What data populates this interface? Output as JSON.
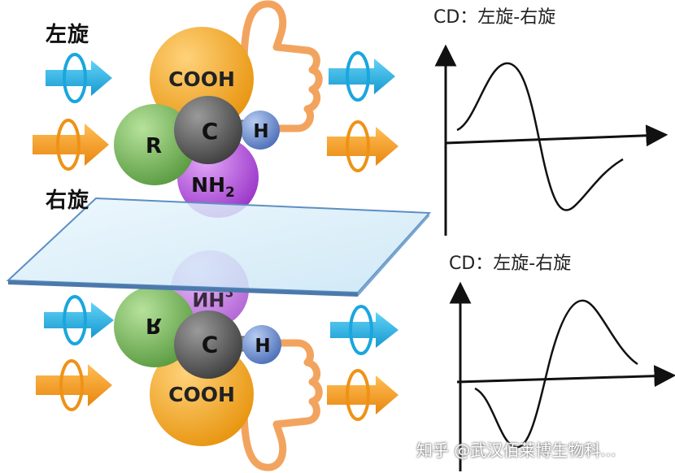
{
  "labels": {
    "left_rotation": "左旋",
    "right_rotation": "右旋",
    "cd_top": "CD：左旋-右旋",
    "cd_bottom": "CD：左旋-右旋"
  },
  "molecule": {
    "carboxyl": "COOH",
    "center": "C",
    "hydrogen": "H",
    "side_chain": "R",
    "amino": "NH",
    "amino_sub": "2"
  },
  "watermark": "知乎 @武汉佰莱博生物科...",
  "colors": {
    "cooh": "#f5a623",
    "carbon": "#5a5a5a",
    "hydrogen": "#6f8fcf",
    "r_group": "#74b45a",
    "amino": "#b04fd8",
    "arrow_blue": "#29b6e8",
    "arrow_orange": "#f39a1e",
    "mirror": "#cfe9f7",
    "thumb": "#f2a45f"
  }
}
